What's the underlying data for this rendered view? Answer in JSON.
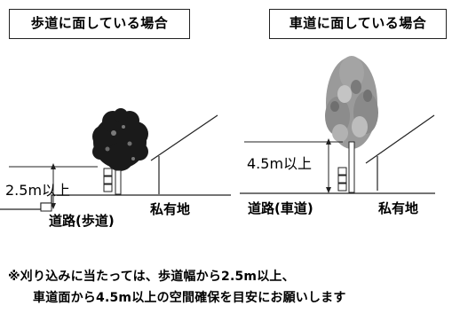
{
  "left_panel": {
    "title": "歩道に面している場合",
    "height_label": "2.5m以上",
    "road_label": "道路(歩道)",
    "property_label": "私有地"
  },
  "right_panel": {
    "title": "車道に面している場合",
    "height_label": "4.5m以上",
    "road_label": "道路(車道)",
    "property_label": "私有地"
  },
  "note": {
    "line1": "※刈り込みに当たっては、歩道幅から2.5m以上、",
    "line2": "車道面から4.5m以上の空間確保を目安にお願いします"
  }
}
